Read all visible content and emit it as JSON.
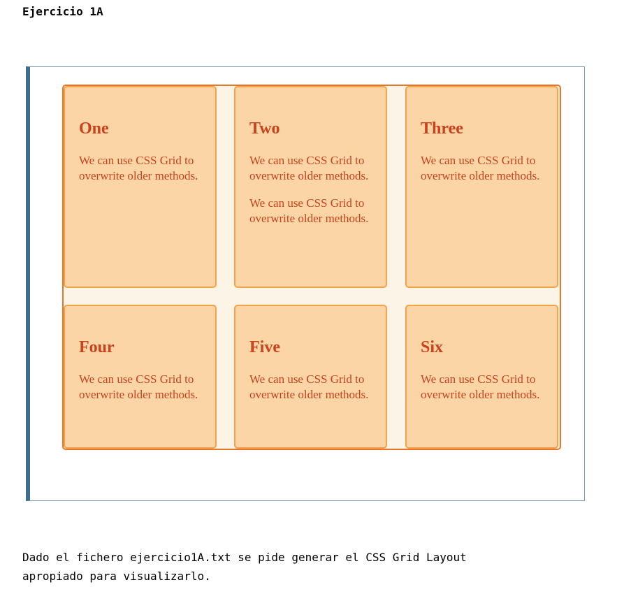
{
  "document": {
    "title": "Ejercicio 1A",
    "instructions_line1": "Dado el fichero ejercicio1A.txt se pide generar el CSS Grid Layout",
    "instructions_line2": "apropiado para visualizarlo."
  },
  "grid": {
    "cards": [
      {
        "heading": "One",
        "paragraphs": [
          "We can use CSS Grid to overwrite older methods."
        ]
      },
      {
        "heading": "Two",
        "paragraphs": [
          "We can use CSS Grid to overwrite older methods.",
          "We can use CSS Grid to overwrite older methods."
        ]
      },
      {
        "heading": "Three",
        "paragraphs": [
          "We can use CSS Grid to overwrite older methods."
        ]
      },
      {
        "heading": "Four",
        "paragraphs": [
          "We can use CSS Grid to overwrite older methods."
        ]
      },
      {
        "heading": "Five",
        "paragraphs": [
          "We can use CSS Grid to overwrite older methods."
        ]
      },
      {
        "heading": "Six",
        "paragraphs": [
          "We can use CSS Grid to overwrite older methods."
        ]
      }
    ]
  },
  "colors": {
    "card_background": "#fcd5a6",
    "card_border": "#f6a248",
    "grid_border": "#e7762b",
    "grid_background": "#fdf4e8",
    "card_text": "#c9421c",
    "frame_accent": "#3d6f90"
  }
}
